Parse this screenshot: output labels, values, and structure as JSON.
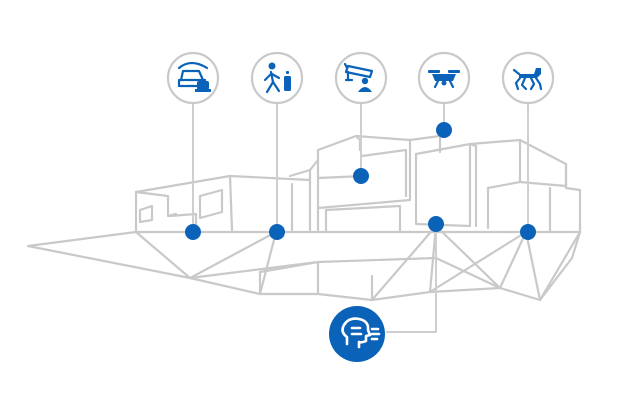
{
  "colors": {
    "accent": "#0a63b8",
    "wire": "#c9c9c9",
    "background": "#ffffff"
  },
  "icons": [
    {
      "id": "vehicle",
      "name": "vehicle-with-alarm-icon"
    },
    {
      "id": "person",
      "name": "person-with-phone-icon"
    },
    {
      "id": "camera",
      "name": "security-camera-person-icon"
    },
    {
      "id": "drone",
      "name": "drone-icon"
    },
    {
      "id": "robot",
      "name": "robot-dog-icon"
    }
  ],
  "hub": {
    "name": "ai-voice-hub-icon"
  }
}
